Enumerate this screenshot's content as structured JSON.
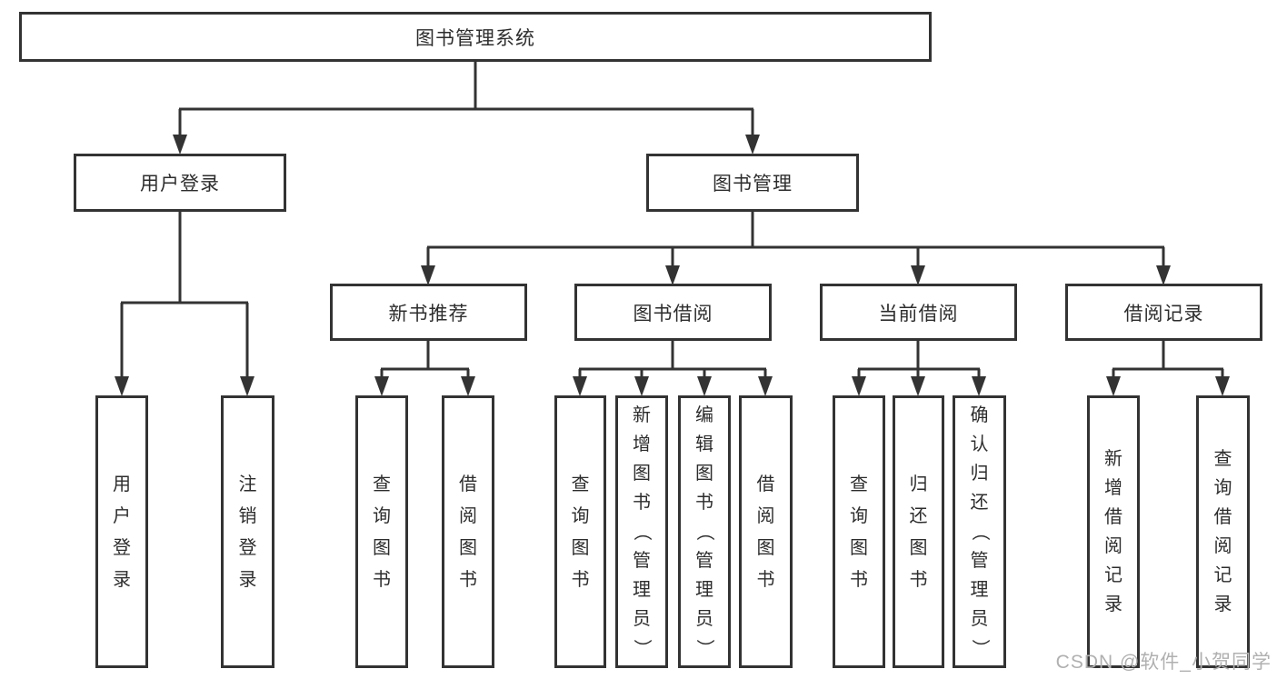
{
  "nodes": {
    "root": "图书管理系统",
    "user_login": "用户登录",
    "book_mgmt": "图书管理",
    "new_book_rec": "新书推荐",
    "book_borrow": "图书借阅",
    "current_borrow": "当前借阅",
    "borrow_records": "借阅记录",
    "leaf_user_login": "用户登录",
    "leaf_logout": "注销登录",
    "leaf_nb_query": "查询图书",
    "leaf_nb_borrow": "借阅图书",
    "leaf_bb_query": "查询图书",
    "leaf_bb_add": "新增图书（管理员）",
    "leaf_bb_edit": "编辑图书（管理员）",
    "leaf_bb_borrow": "借阅图书",
    "leaf_cb_query": "查询图书",
    "leaf_cb_return": "归还图书",
    "leaf_cb_confirm": "确认归还（管理员）",
    "leaf_br_add": "新增借阅记录",
    "leaf_br_query": "查询借阅记录"
  },
  "watermark": "CSDN @软件_小贺同学",
  "colors": {
    "line": "#333333",
    "text": "#2d2d2d",
    "background": "#ffffff",
    "watermark": "#b0b0b0"
  }
}
